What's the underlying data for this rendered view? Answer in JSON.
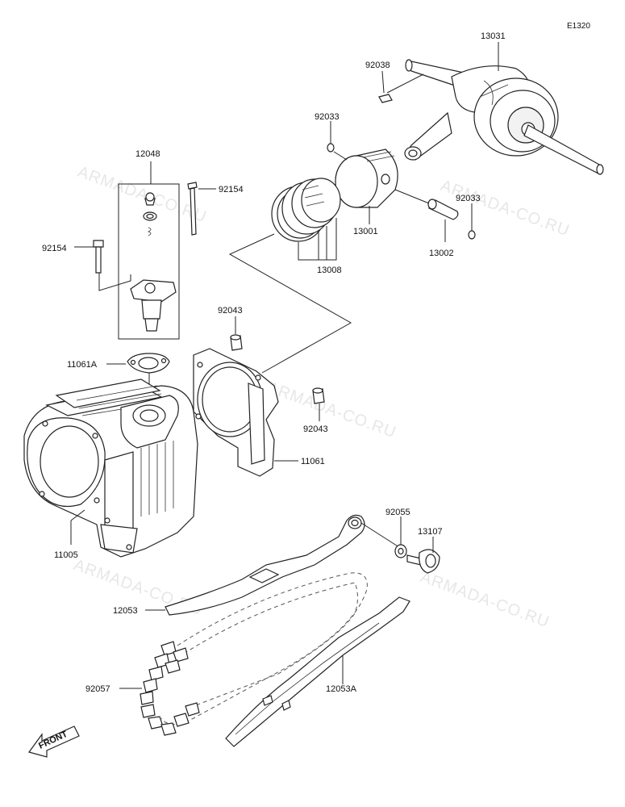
{
  "diagram_code": "E1320",
  "watermark": "ARMADA-CO.RU",
  "front_label": "FRONT",
  "parts": {
    "p13031": "13031",
    "p92038": "92038",
    "p92033a": "92033",
    "p92033b": "92033",
    "p13001": "13001",
    "p13002": "13002",
    "p13008": "13008",
    "p12048": "12048",
    "p92154a": "92154",
    "p92154b": "92154",
    "p92043a": "92043",
    "p92043b": "92043",
    "p11061A": "11061A",
    "p11061": "11061",
    "p11005": "11005",
    "p92055": "92055",
    "p13107": "13107",
    "p12053": "12053",
    "p12053A": "12053A",
    "p92057": "92057"
  }
}
